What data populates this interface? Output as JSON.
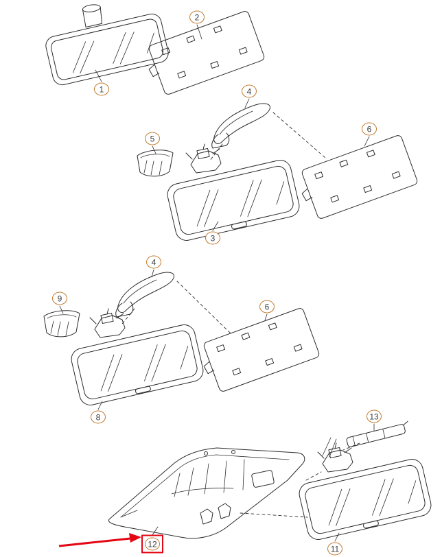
{
  "diagram": {
    "kind": "exploded-parts-diagram",
    "subject": "interior rear-view mirrors and trim panels",
    "colors": {
      "callout": "#c07a2e",
      "line": "#2b2b2b",
      "highlight": "#e30613",
      "background": "#ffffff"
    },
    "callouts": [
      {
        "label": "1"
      },
      {
        "label": "2"
      },
      {
        "label": "4"
      },
      {
        "label": "5"
      },
      {
        "label": "6"
      },
      {
        "label": "3"
      },
      {
        "label": "4"
      },
      {
        "label": "9"
      },
      {
        "label": "6"
      },
      {
        "label": "8"
      },
      {
        "label": "13"
      },
      {
        "label": "12",
        "highlighted": true
      },
      {
        "label": "11"
      }
    ]
  }
}
